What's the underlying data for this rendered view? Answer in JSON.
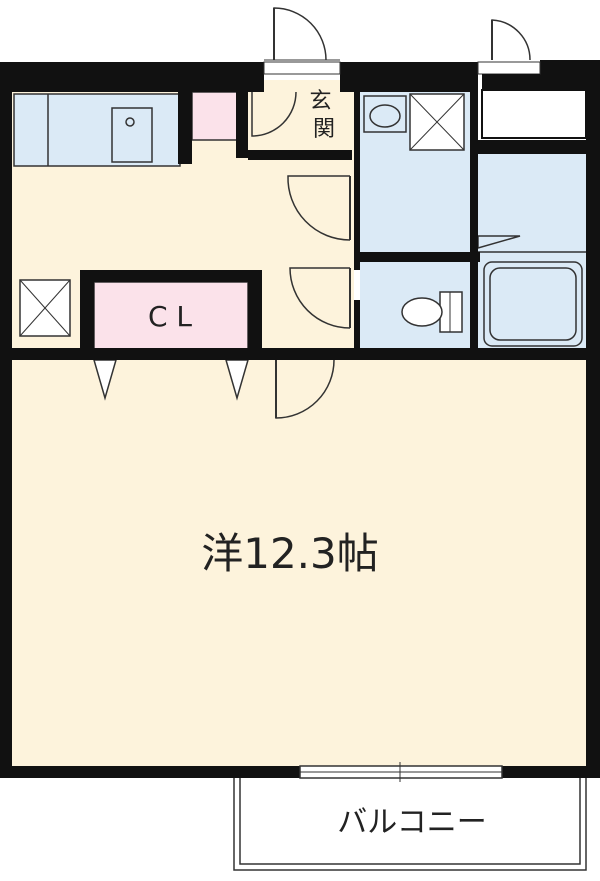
{
  "labels": {
    "main_room": "洋12.3帖",
    "closet": "C L",
    "entrance": "玄関",
    "balcony": "バルコニー"
  },
  "colors": {
    "wall": "#111111",
    "room_floor": "#fdf3dc",
    "wet_area": "#dbeaf6",
    "closet_fill": "#fbe2ea",
    "balcony": "#ffffff"
  }
}
